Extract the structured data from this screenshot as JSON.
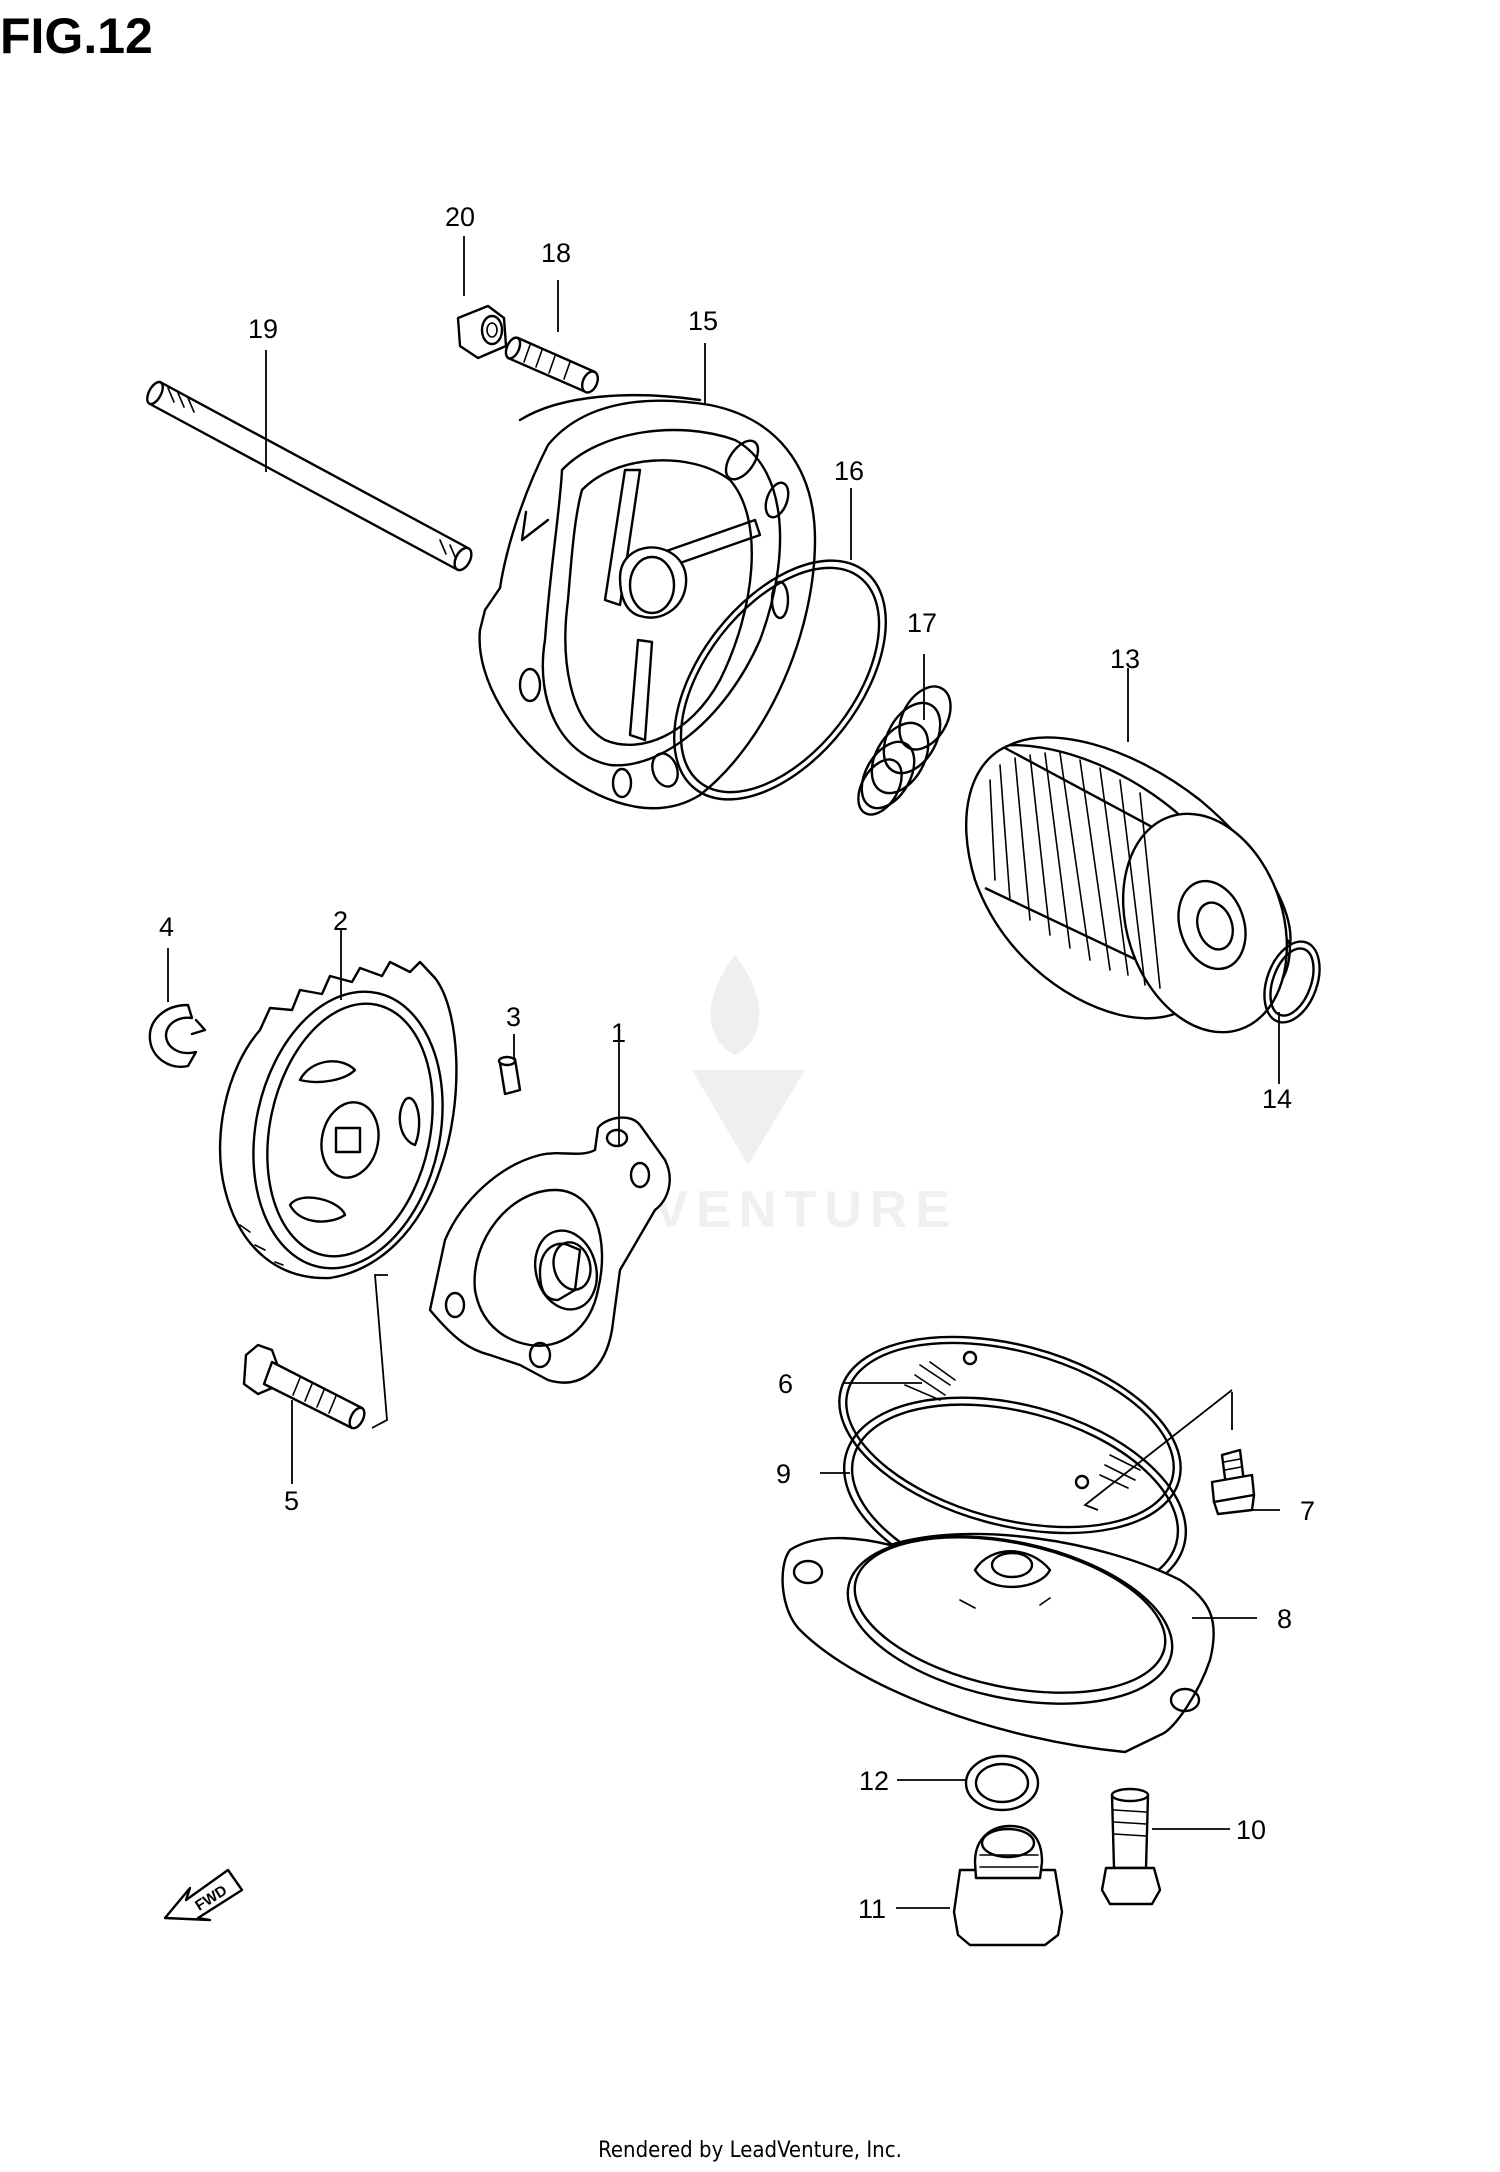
{
  "figure": {
    "title": "FIG.12"
  },
  "watermark": {
    "text": "LEADVENTURE"
  },
  "footer": {
    "text": "Rendered by LeadVenture, Inc."
  },
  "callouts": [
    "1",
    "2",
    "3",
    "4",
    "5",
    "6",
    "7",
    "8",
    "9",
    "10",
    "11",
    "12",
    "13",
    "14",
    "15",
    "16",
    "17",
    "18",
    "19",
    "20"
  ],
  "fwd_label": "FWD"
}
